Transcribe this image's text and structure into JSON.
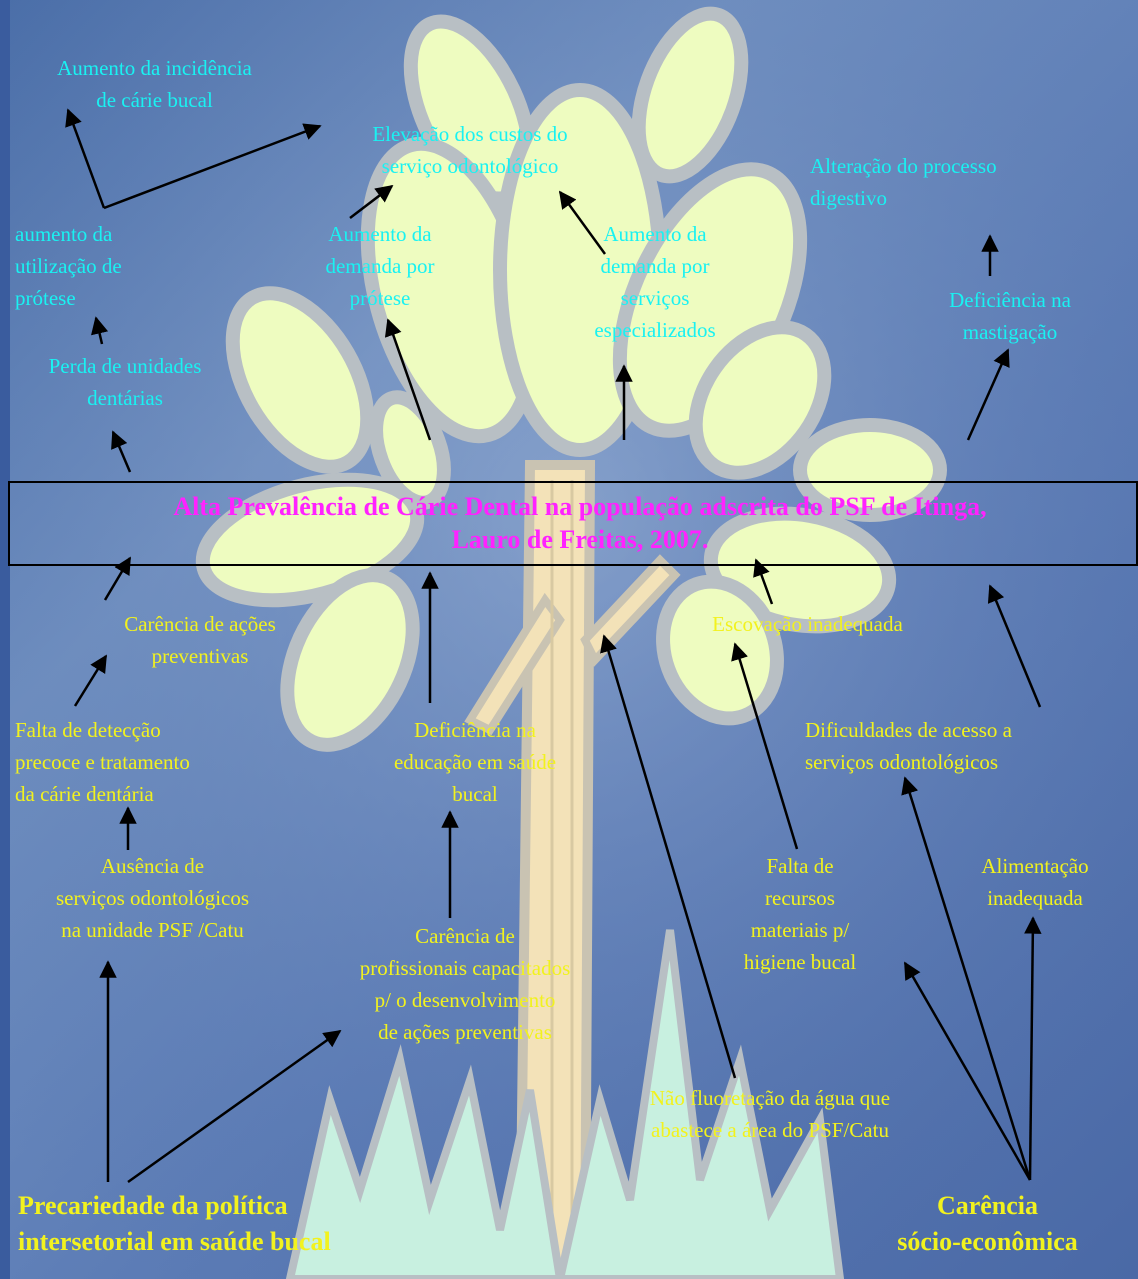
{
  "central_problem": "Alta Prevalência de Cárie Dental na população adscrita do PSF de Itinga,\nLauro de Freitas, 2007.",
  "effects": {
    "aumento_incidencia": "Aumento da incidência\nde cárie bucal",
    "elevacao_custos": "Elevação dos custos do\nserviço odontológico",
    "alteracao_digestivo": "Alteração do processo\n      digestivo",
    "aumento_protese": "aumento da\nutilização de\nprótese",
    "aumento_demanda_protese": "Aumento da\ndemanda por\nprótese",
    "aumento_demanda_especializados": "Aumento da\ndemanda por\nserviços\nespecializados",
    "deficiencia_mastigacao": "Deficiência na\nmastigação",
    "perda_unidades": "Perda de unidades\ndentárias"
  },
  "causes": {
    "carencia_acoes": "Carência de ações\npreventivas",
    "escovacao": "Escovação inadequada",
    "falta_deteccao": "Falta de detecção\nprecoce e  tratamento\nda cárie dentária",
    "deficiencia_educacao": "Deficiência  na\neducação em saúde\nbucal",
    "dificuldades_acesso": "Dificuldades de  acesso a\n   serviços odontológicos",
    "ausencia_servicos": "Ausência de\nserviços odontológicos\nna   unidade PSF /Catu",
    "falta_recursos": "Falta de\nrecursos\nmateriais  p/\nhigiene bucal",
    "alimentacao": "Alimentação\ninadequada",
    "carencia_profissionais": "Carência de\nprofissionais capacitados\np/ o desenvolvimento\nde ações preventivas",
    "nao_fluoretacao": "Não fluoretação  da água que\nabastece a área do PSF/Catu"
  },
  "root_causes": {
    "precariedade": "Precariedade da política\nintersetorial em saúde bucal",
    "carencia_socio": "Carência\nsócio-econômica"
  },
  "colors": {
    "effect_text": "#19f2f2",
    "cause_text": "#f2f21e",
    "central_text": "#ff22ff",
    "leaf_fill": "#eefcc0",
    "leaf_outline": "#b8bfc4",
    "trunk": "#f3e2b8"
  }
}
